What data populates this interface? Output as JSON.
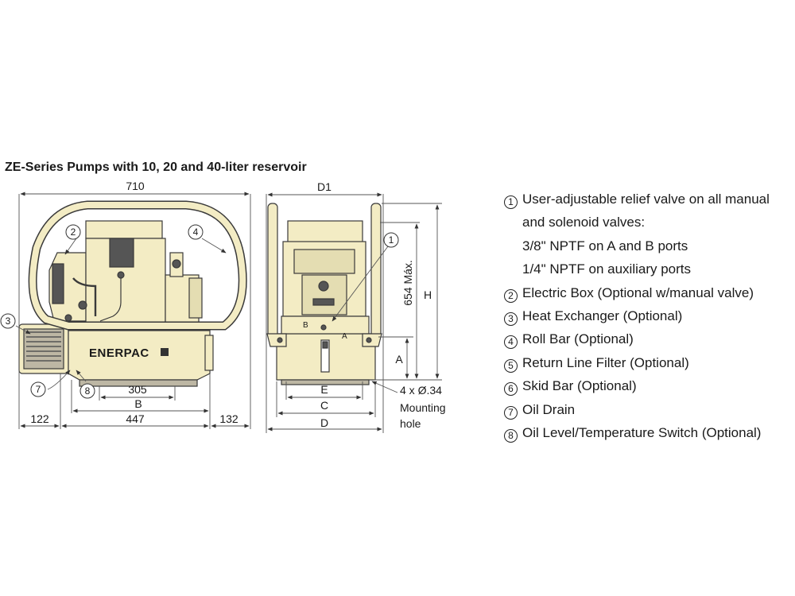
{
  "title": "ZE-Series Pumps with 10, 20 and 40-liter reservoir",
  "brand": "ENERPAC",
  "dimensions": {
    "overall_width": "710",
    "d1": "D1",
    "d": "D",
    "c": "C",
    "e": "E",
    "b": "B",
    "a": "A",
    "h": "H",
    "height_max": "654 Máx.",
    "skid_305": "305",
    "base_447": "447",
    "left_122": "122",
    "right_132": "132",
    "holes": "4 x Ø.34",
    "holes_note_1": "Mounting",
    "holes_note_2": "hole",
    "port_a": "A",
    "port_b": "B"
  },
  "callouts": [
    "1",
    "2",
    "3",
    "4",
    "7",
    "8"
  ],
  "legend": [
    {
      "num": "1",
      "lines": [
        "User-adjustable relief valve on all manual",
        "and solenoid valves:",
        "3/8\" NPTF on A and B ports",
        "1/4\" NPTF on auxiliary ports"
      ]
    },
    {
      "num": "2",
      "lines": [
        "Electric Box (Optional w/manual valve)"
      ]
    },
    {
      "num": "3",
      "lines": [
        "Heat Exchanger (Optional)"
      ]
    },
    {
      "num": "4",
      "lines": [
        "Roll Bar (Optional)"
      ]
    },
    {
      "num": "5",
      "lines": [
        "Return Line Filter (Optional)"
      ]
    },
    {
      "num": "6",
      "lines": [
        "Skid Bar (Optional)"
      ]
    },
    {
      "num": "7",
      "lines": [
        "Oil Drain"
      ]
    },
    {
      "num": "8",
      "lines": [
        "Oil Level/Temperature Switch  (Optional)"
      ]
    }
  ],
  "colors": {
    "body": "#f3ecc4",
    "outline": "#3a3a3a",
    "dim": "#555555",
    "shade": "#bdb7a4",
    "dark": "#555555"
  }
}
